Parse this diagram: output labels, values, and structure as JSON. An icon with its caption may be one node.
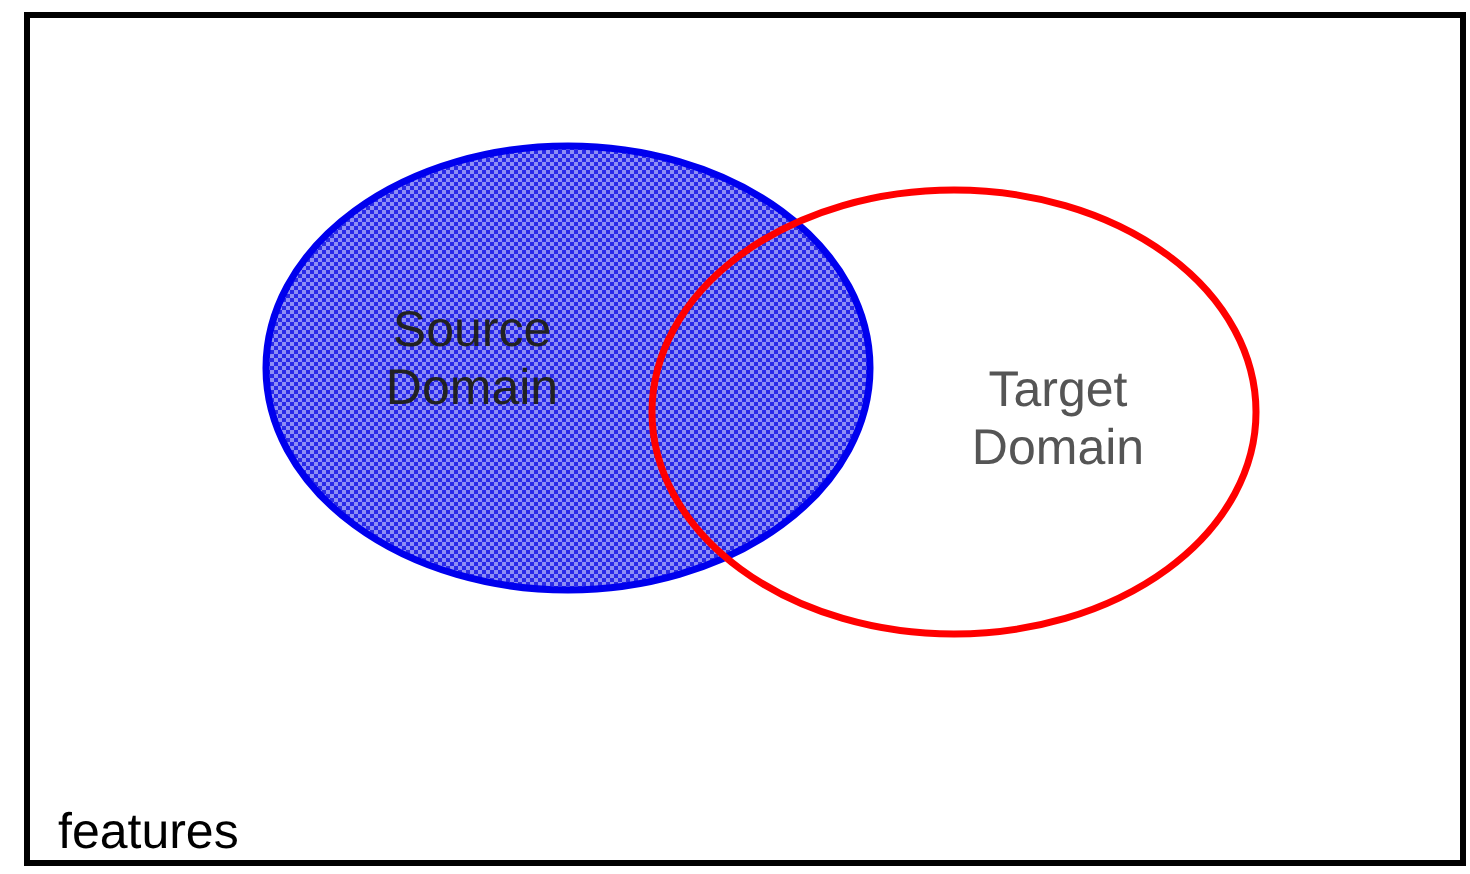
{
  "diagram": {
    "nodes": [
      {
        "text": [
          "features"
        ]
      },
      {
        "text": [
          "Source Domain"
        ],
        "in": 0
      },
      {
        "text": [
          "Target Domain"
        ],
        "in": 0
      }
    ],
    "edges": []
  }
}
